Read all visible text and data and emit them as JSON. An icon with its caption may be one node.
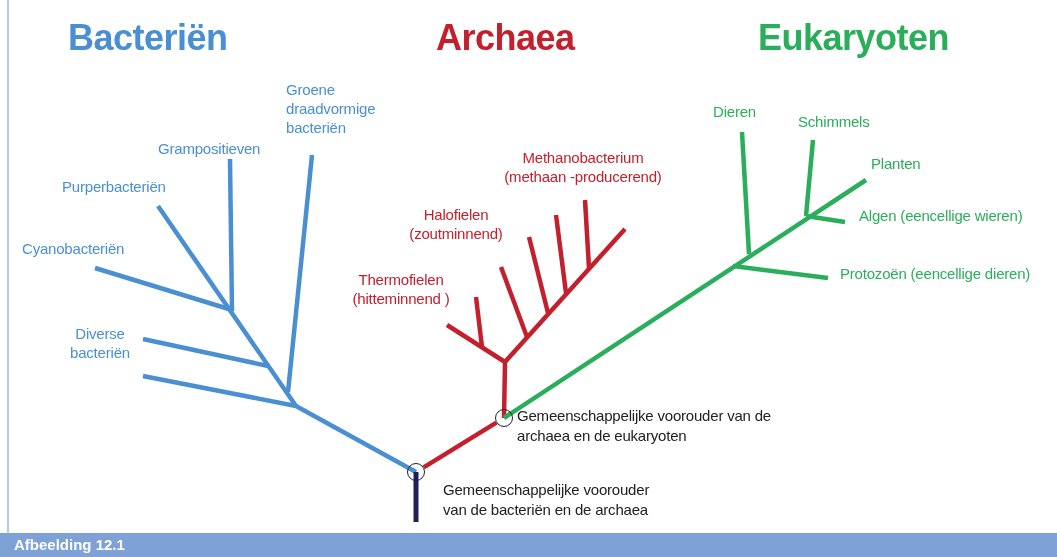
{
  "diagram": {
    "caption": "Afbeelding 12.1",
    "nodes": [
      {
        "text": [],
        "shape": "circle",
        "beside": [
          "Gemeenschappelijke voorouder van de bacteriën en de archaea"
        ]
      },
      {
        "text": [],
        "shape": "circle",
        "beside": [
          "Gemeenschappelijke voorouder van de archaea en de eukaryoten"
        ]
      }
    ],
    "edges": [
      {
        "from": 0,
        "to": 1,
        "arrow": "none"
      }
    ],
    "labels": [
      "Bacteriën",
      "Archaea",
      "Eukaryoten",
      "Groene draadvormige bacteriën",
      "Grampositieven",
      "Purperbacteriën",
      "Cyanobacteriën",
      "Diverse bacteriën",
      "Methanobacterium (methaan -producerend)",
      "Halofielen (zoutminnend)",
      "Thermofielen (hitteminnend )",
      "Dieren",
      "Schimmels",
      "Planten",
      "Algen (eencellige wieren)",
      "Protozoën (eencellige dieren)"
    ]
  }
}
